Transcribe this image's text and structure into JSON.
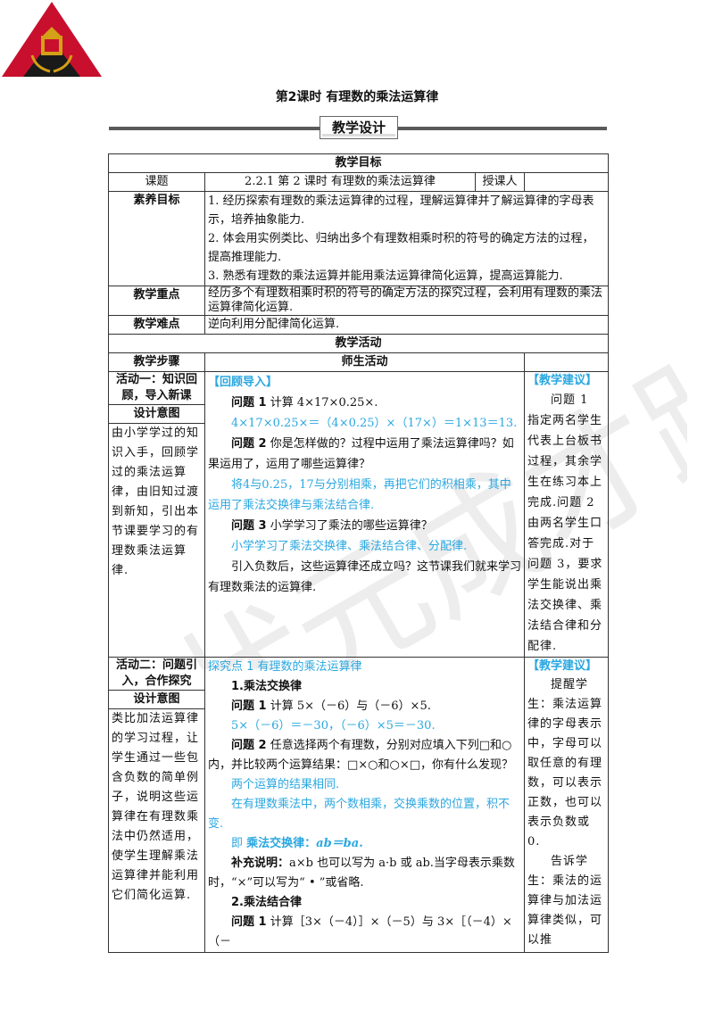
{
  "header": {
    "doc_title": "第2课时  有理数的乘法运算律",
    "banner": "教学设计"
  },
  "objectives": {
    "title": "教学目标",
    "topic_label": "课题",
    "topic_value": "2.2.1  第 2 课时  有理数的乘法运算律",
    "teacher_label": "授课人",
    "teacher_value": "",
    "literacy_label": "素养目标",
    "literacy": [
      "1. 经历探索有理数的乘法运算律的过程，理解运算律并了解运算律的字母表示，培养抽象能力.",
      "2. 体会用实例类比、归纳出多个有理数相乘时积的符号的确定方法的过程，提高推理能力.",
      "3. 熟悉有理数的乘法运算并能用乘法运算律简化运算，提高运算能力."
    ],
    "key_label": "教学重点",
    "key_value": "经历多个有理数相乘时积的符号的确定方法的探究过程，会利用有理数的乘法运算律简化运算.",
    "difficult_label": "教学难点",
    "difficult_value": "逆向利用分配律简化运算."
  },
  "activities": {
    "title": "教学活动",
    "steps_label": "教学步骤",
    "teacher_student_label": "师生活动",
    "intent_label": "设计意图",
    "suggestion_label": "【教学建议】",
    "act1": {
      "name": "活动一：知识回顾，导入新课",
      "intent": "由小学学过的知识入手，回顾学过的乘法运算律，由旧知过渡到新知，引出本节课要学习的有理数乘法运算律.",
      "section": "【回顾导入】",
      "q1_label": "问题 1",
      "q1": "计算 4×17×0.25×.",
      "a1": "4×17×0.25×＝（4×0.25）×（17×）＝1×13＝13.",
      "q2_label": "问题 2",
      "q2": "你是怎样做的？过程中运用了乘法运算律吗？如果运用了，运用了哪些运算律？",
      "a2": "将4与0.25，17与分别相乘，再把它们的积相乘，其中运用了乘法交换律与乘法结合律.",
      "q3_label": "问题 3",
      "q3": "小学学习了乘法的哪些运算律？",
      "a3": "小学学习了乘法交换律、乘法结合律、分配律.",
      "lead": "引入负数后，这些运算律还成立吗？这节课我们就来学习有理数乘法的运算律.",
      "suggestion": "问题 1 指定两名学生代表上台板书过程，其余学生在练习本上完成.问题 2 由两名学生口答完成.对于问题 3，要求学生能说出乘法交换律、乘法结合律和分配律."
    },
    "act2": {
      "name": "活动二：问题引入，合作探究",
      "intent": "类比加法运算律的学习过程，让学生通过一些包含负数的简单例子，说明这些运算律在有理数乘法中仍然适用，使学生理解乘法运算律并能利用它们简化运算.",
      "explore": "探究点 1  有理数的乘法运算律",
      "h1": "1.乘法交换律",
      "q1_label": "问题 1",
      "q1": "计算 5×（－6）与（－6）×5.",
      "a1": "5×（－6）＝－30，（－6）×5＝－30.",
      "q2_label": "问题 2",
      "q2": "任意选择两个有理数，分别对应填入下列□和○内，并比较两个运算结果：□×○和○×□，你有什么发现？",
      "a2a": "两个运算的结果相同.",
      "a2b": "在有理数乘法中，两个数相乘，交换乘数的位置，积不变.",
      "law_prefix": "即",
      "law_name": "乘法交换律：",
      "law_formula": "ab＝ba.",
      "note_label": "补充说明：",
      "note": "a×b 也可以写为 a·b 或 ab.当字母表示乘数时，“×”可以写为“ • ”或省略.",
      "h2": "2.乘法结合律",
      "q3_label": "问题 1",
      "q3": "计算［3×（－4）］×（－5）与 3×［（－4）×（－",
      "suggestion": "提醒学生：乘法运算律的字母表示中，字母可以取任意的有理数，可以表示正数，也可以表示负数或 0.",
      "suggestion2": "告诉学生：乘法的运算律与加法运算律类似，可以推"
    }
  },
  "watermark": "状元成才路",
  "colors": {
    "accent": "#2aa7e0",
    "logo_red": "#c8102e",
    "logo_dark": "#1a1a1a"
  }
}
